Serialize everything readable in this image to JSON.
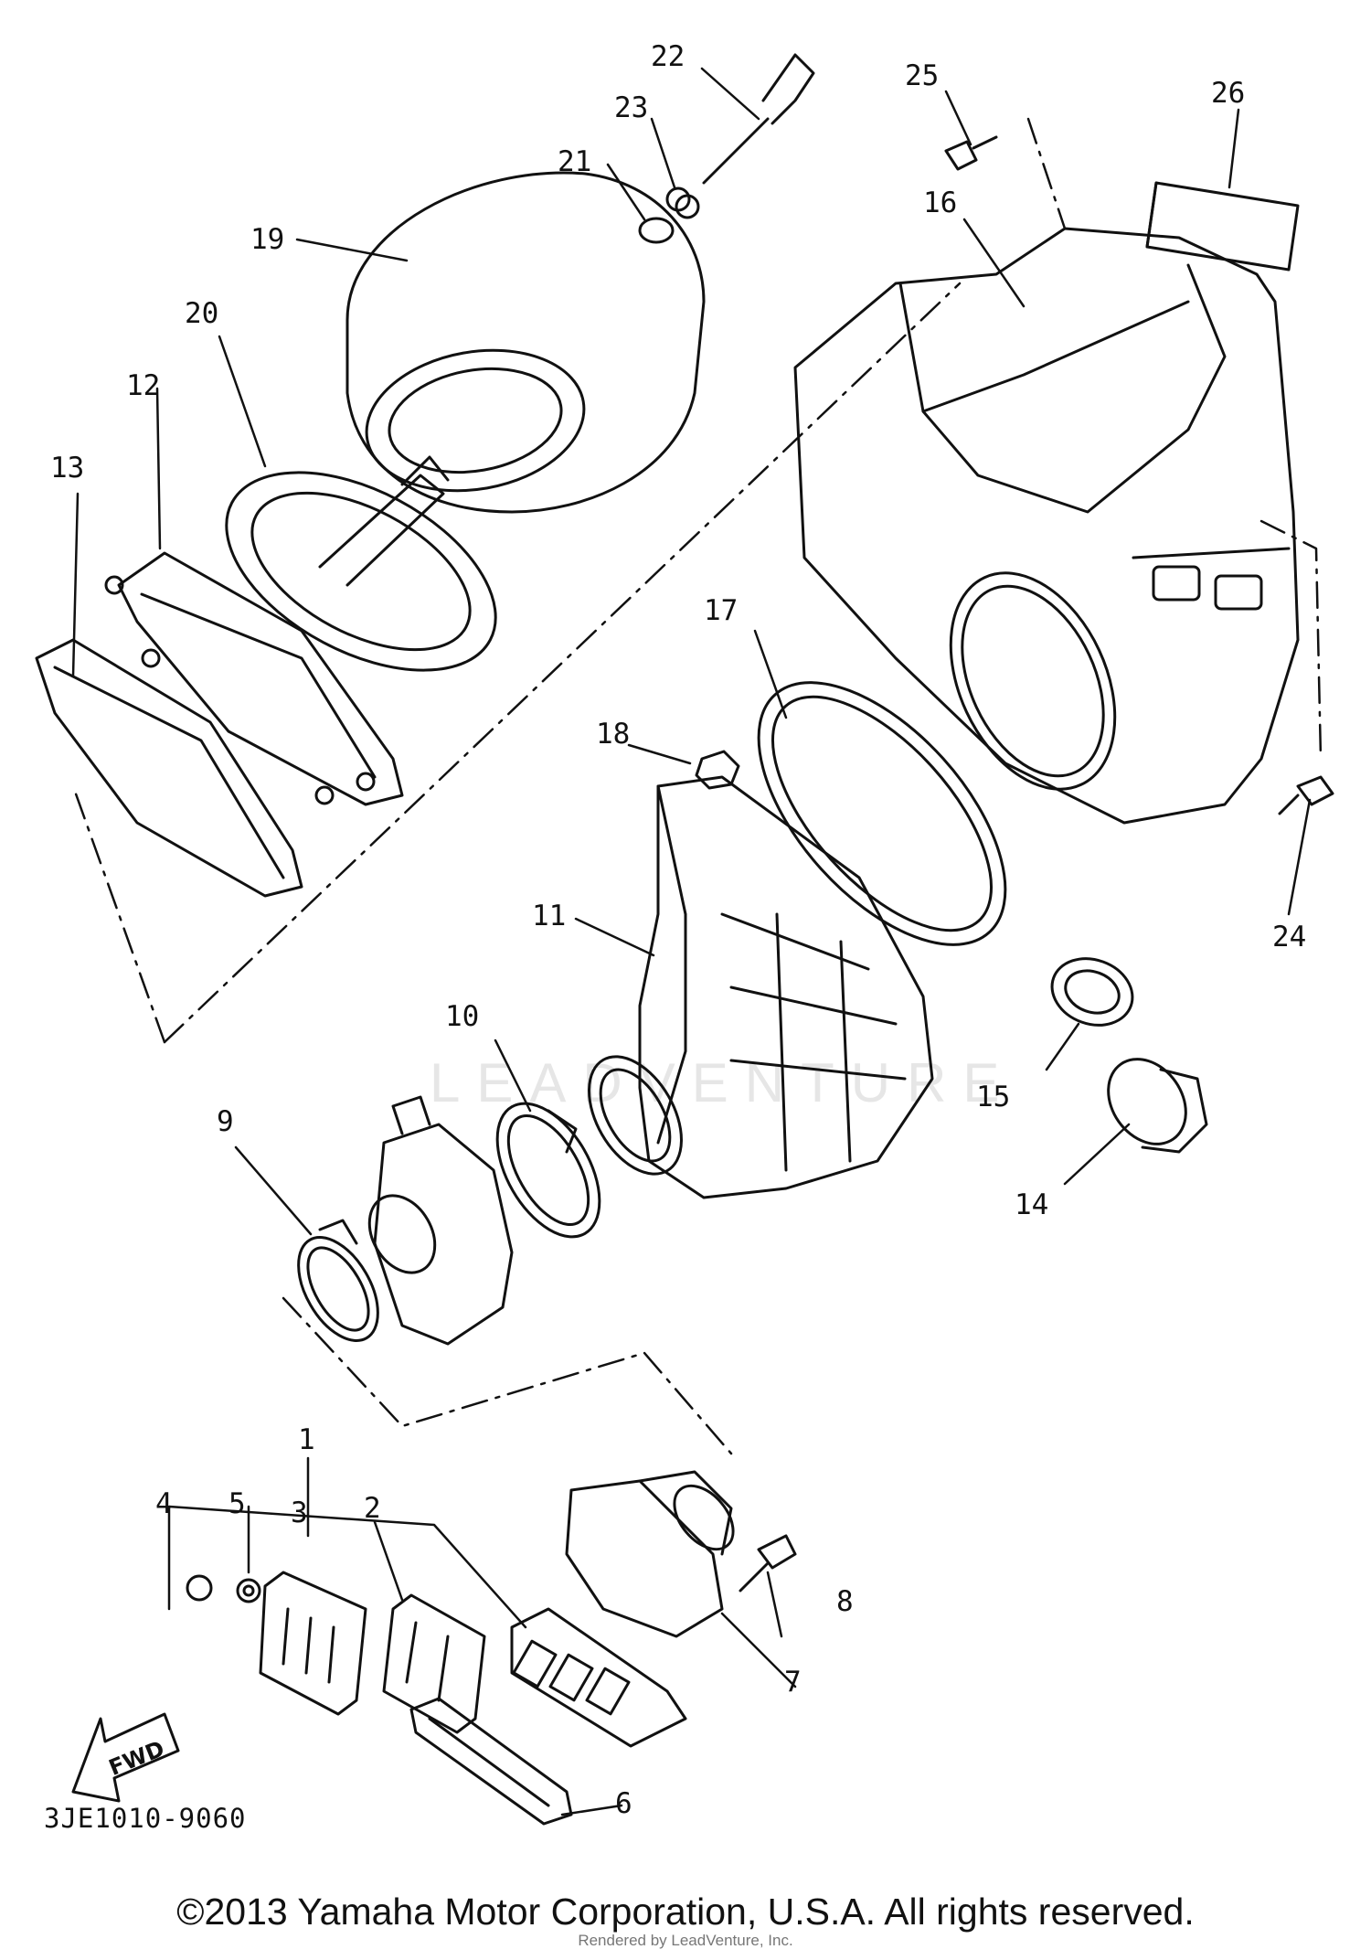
{
  "diagram": {
    "callouts": [
      "1",
      "2",
      "3",
      "4",
      "5",
      "6",
      "7",
      "8",
      "9",
      "10",
      "11",
      "12",
      "13",
      "14",
      "15",
      "16",
      "17",
      "18",
      "19",
      "20",
      "21",
      "22",
      "23",
      "24",
      "25",
      "26"
    ],
    "fwd_label": "FWD",
    "code": "3JE1010-9060",
    "watermark": "LEADVENTURE"
  },
  "footer": {
    "copyright": "©2013 Yamaha Motor Corporation, U.S.A. All rights reserved.",
    "rendered_by": "Rendered by LeadVenture, Inc."
  }
}
